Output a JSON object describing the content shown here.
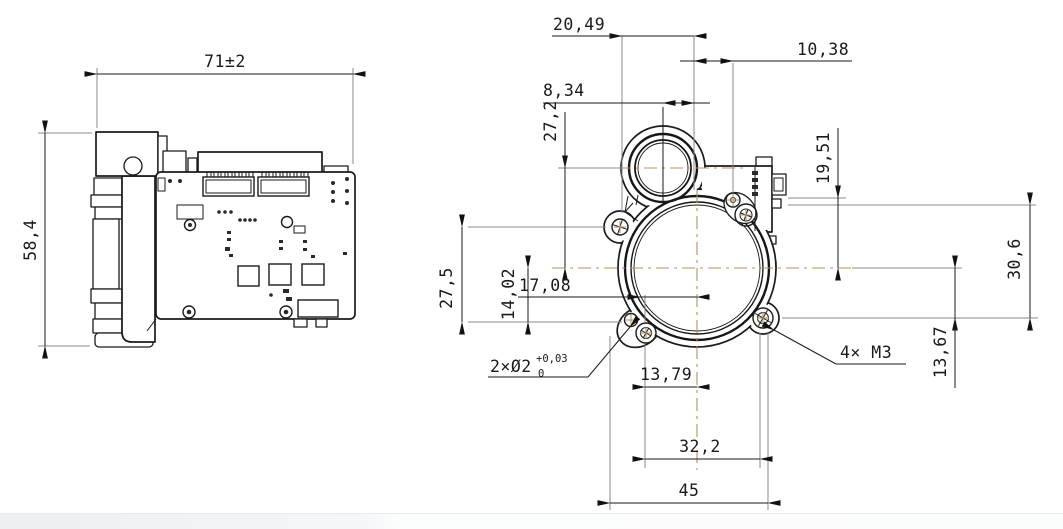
{
  "side_view": {
    "width": "71±2",
    "height": "58,4"
  },
  "front_view": {
    "top_width": "20,49",
    "top_right_offset": "10,38",
    "lens_center_offset": "8,34",
    "lens_vertical_spacing": "27,2",
    "connector_top_offset": "19,51",
    "left_hole_spacing": "27,5",
    "center_to_bottom_hole": "14,02",
    "center_to_left_hole": "17,08",
    "right_height": "30,6",
    "bottom_right_offset": "13,67",
    "bottom_hole_offset": "13,79",
    "mount_hole_width": "32,2",
    "overall_width": "45",
    "pin_hole_note": {
      "label": "2×Ø2",
      "tolerance_upper": "+0,03",
      "tolerance_lower": "0"
    },
    "thread_note": "4× M3"
  },
  "colors": {
    "outline": "#1b1b1b",
    "dimension": "#1a1a1a",
    "extension": "#8a8a8a",
    "centerline": "#b5915f",
    "background": "#ffffff"
  }
}
